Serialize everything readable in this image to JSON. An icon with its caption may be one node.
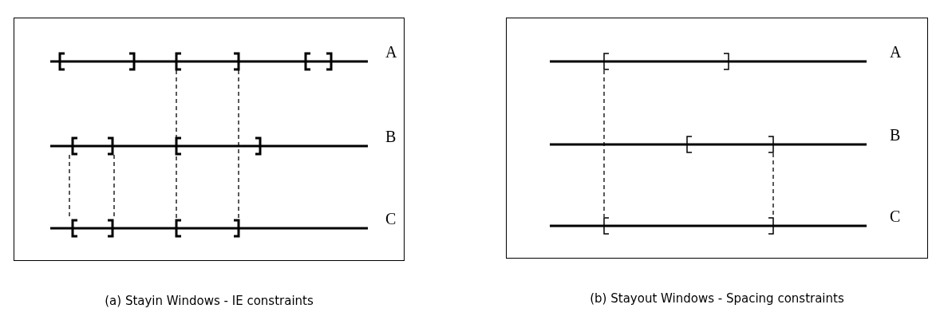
{
  "diagram": {
    "nodes": [
      {
        "text": [
          "(a) Stayin Windows - IE constraints"
        ]
      },
      {
        "text": [
          "(b) Stayout Windows - Spacing constraints"
        ]
      }
    ],
    "labels": [
      "A",
      "B",
      "C",
      "A",
      "B",
      "C"
    ]
  }
}
